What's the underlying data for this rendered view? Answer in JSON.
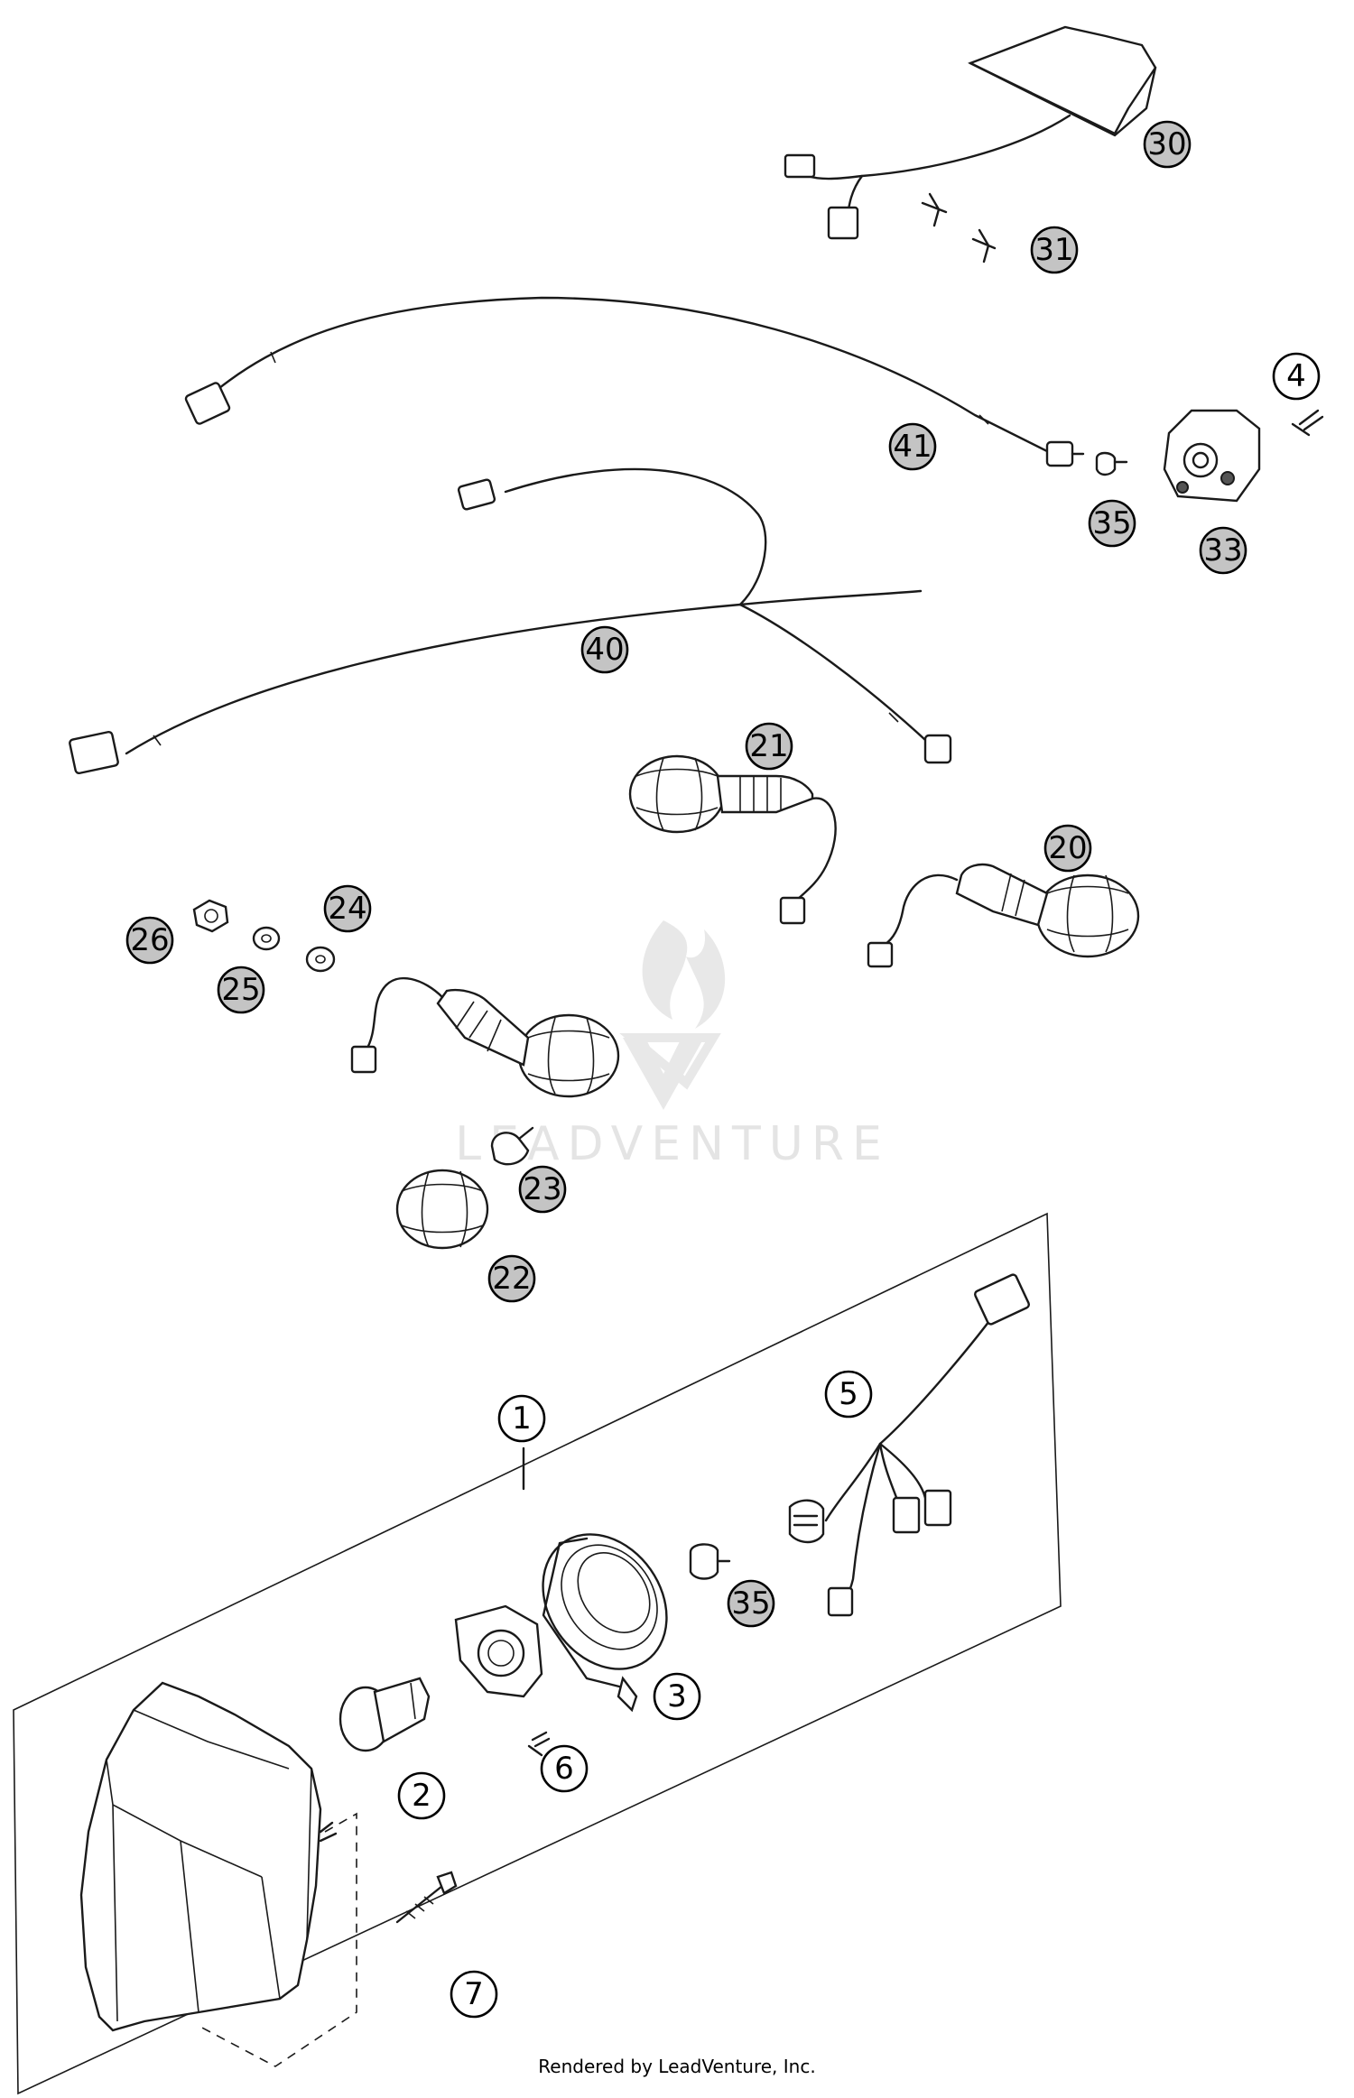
{
  "watermark": {
    "text": "LEADVENTURE"
  },
  "footer": {
    "credit": "Rendered by LeadVenture, Inc."
  },
  "callouts": [
    {
      "label": "30",
      "shaded": true
    },
    {
      "label": "31",
      "shaded": true
    },
    {
      "label": "4",
      "shaded": false
    },
    {
      "label": "41",
      "shaded": true
    },
    {
      "label": "35",
      "shaded": true
    },
    {
      "label": "33",
      "shaded": true
    },
    {
      "label": "40",
      "shaded": true
    },
    {
      "label": "21",
      "shaded": true
    },
    {
      "label": "20",
      "shaded": true
    },
    {
      "label": "26",
      "shaded": true
    },
    {
      "label": "24",
      "shaded": true
    },
    {
      "label": "25",
      "shaded": true
    },
    {
      "label": "23",
      "shaded": true
    },
    {
      "label": "22",
      "shaded": true
    },
    {
      "label": "1",
      "shaded": false
    },
    {
      "label": "5",
      "shaded": false
    },
    {
      "label": "35",
      "shaded": true
    },
    {
      "label": "3",
      "shaded": false
    },
    {
      "label": "2",
      "shaded": false
    },
    {
      "label": "6",
      "shaded": false
    },
    {
      "label": "7",
      "shaded": false
    }
  ]
}
